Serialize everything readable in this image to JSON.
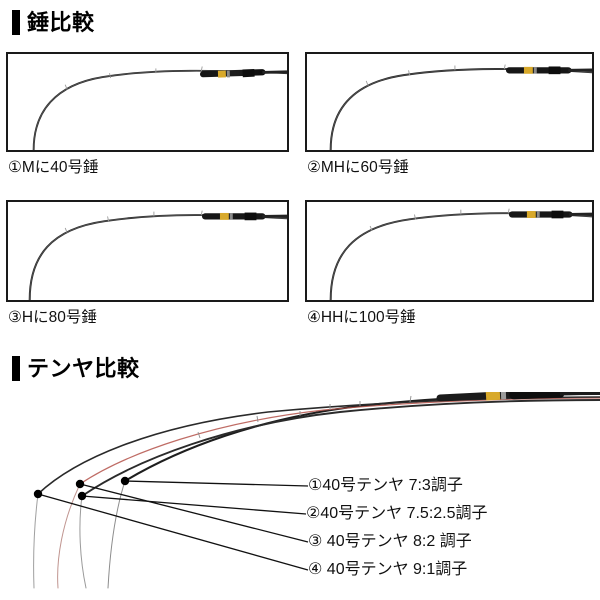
{
  "sections": {
    "weight": {
      "heading": "錘比較",
      "panels": [
        {
          "id": "panel-1",
          "caption": "①Mに40号錘",
          "rod_label": "M",
          "weight": "40号",
          "bend": "light"
        },
        {
          "id": "panel-2",
          "caption": "②MHに60号錘",
          "rod_label": "MH",
          "weight": "60号",
          "bend": "medium"
        },
        {
          "id": "panel-3",
          "caption": "③Hに80号錘",
          "rod_label": "H",
          "weight": "80号",
          "bend": "strong"
        },
        {
          "id": "panel-4",
          "caption": "④HHに100号錘",
          "rod_label": "HH",
          "weight": "100号",
          "bend": "strongest"
        }
      ]
    },
    "tenya": {
      "heading": "テンヤ比較",
      "labels": [
        {
          "marker": "①",
          "text": "①40号テンヤ 7:3調子",
          "taper": "7:3",
          "weight": "40号"
        },
        {
          "marker": "②",
          "text": "②40号テンヤ 7.5:2.5調子",
          "taper": "7.5:2.5",
          "weight": "40号"
        },
        {
          "marker": "③",
          "text": "③ 40号テンヤ 8:2 調子",
          "taper": "8:2",
          "weight": "40号"
        },
        {
          "marker": "④",
          "text": "④ 40号テンヤ 9:1調子",
          "taper": "9:1",
          "weight": "40号"
        }
      ]
    }
  },
  "colors": {
    "heading_bar": "#000000",
    "panel_border": "#1a1a1a",
    "background": "#ffffff",
    "rod_blank": "#262626",
    "rod_grip_gold": "#d8a92b",
    "rod_grip_dark": "#141414",
    "leader_line": "#111111",
    "marker_dot": "#000000",
    "rod_tint_red": "#b4524a"
  }
}
